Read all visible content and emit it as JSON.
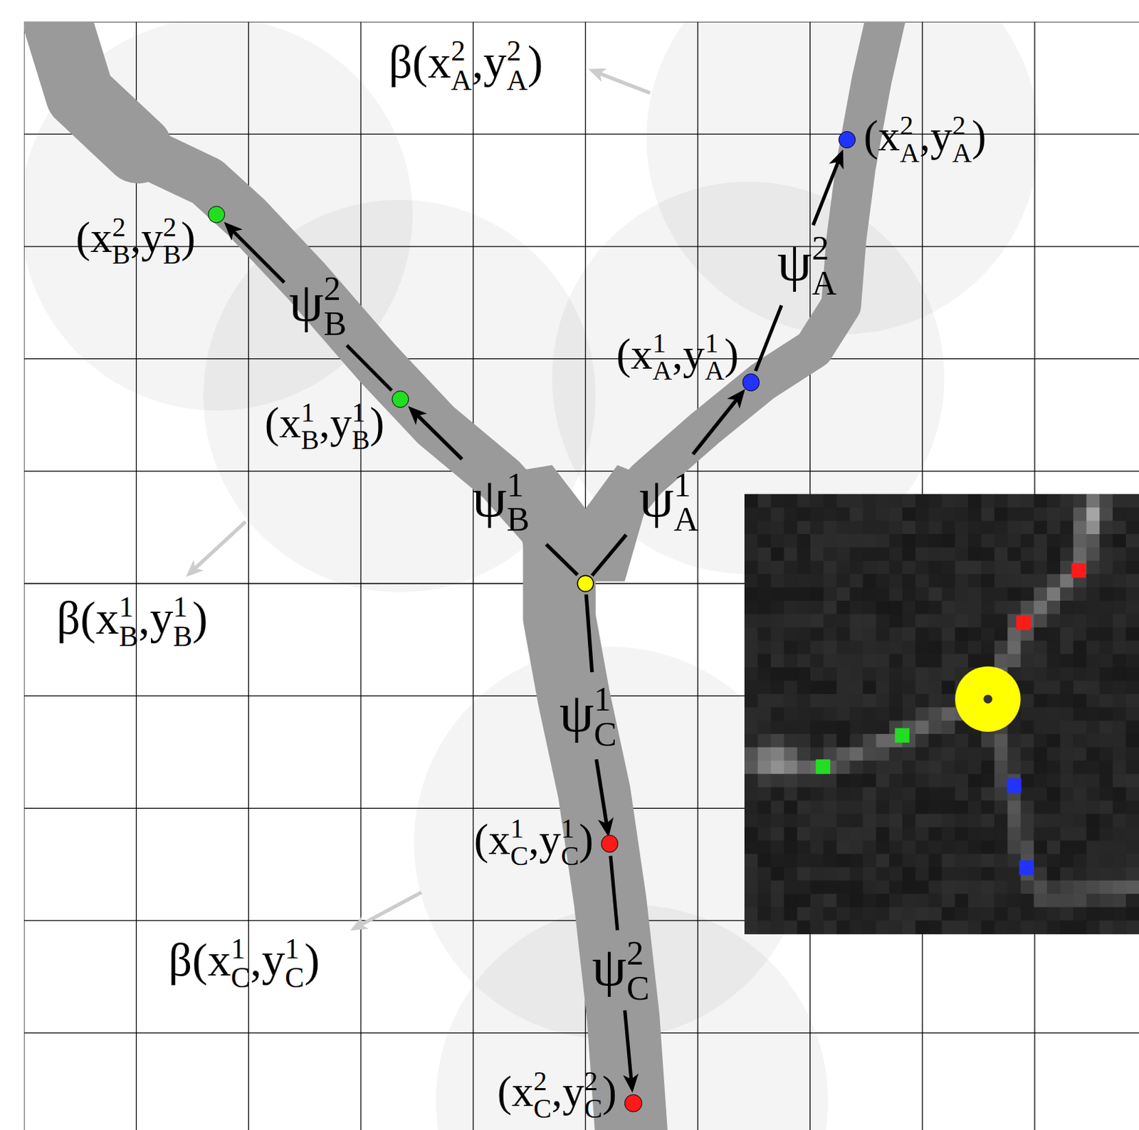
{
  "diagram": {
    "nodes": [
      {
        "text": [
          "(x2A,y2A)"
        ]
      },
      {
        "text": [
          "(x2B,y2B)"
        ]
      },
      {
        "text": [
          "(x1A,y1A)"
        ]
      },
      {
        "text": [
          "(x1B,y1B)"
        ]
      },
      {
        "text": [
          "(x1C,y1C)"
        ]
      },
      {
        "text": [
          "(x2C,y2C)"
        ]
      }
    ],
    "edges": [
      {
        "from": 2,
        "to": 0,
        "arrow": "to",
        "label": "ψ2A"
      },
      {
        "from": 3,
        "to": 1,
        "arrow": "to",
        "label": "ψ2B"
      },
      {
        "from": 4,
        "to": 5,
        "arrow": "to",
        "label": "ψ2C"
      }
    ],
    "labels": [
      "β(x2A,y2A)",
      "ψ1B",
      "ψ1A",
      "β(x1B,y1B)",
      "ψ1C",
      "β(x1C,y1C)"
    ]
  }
}
